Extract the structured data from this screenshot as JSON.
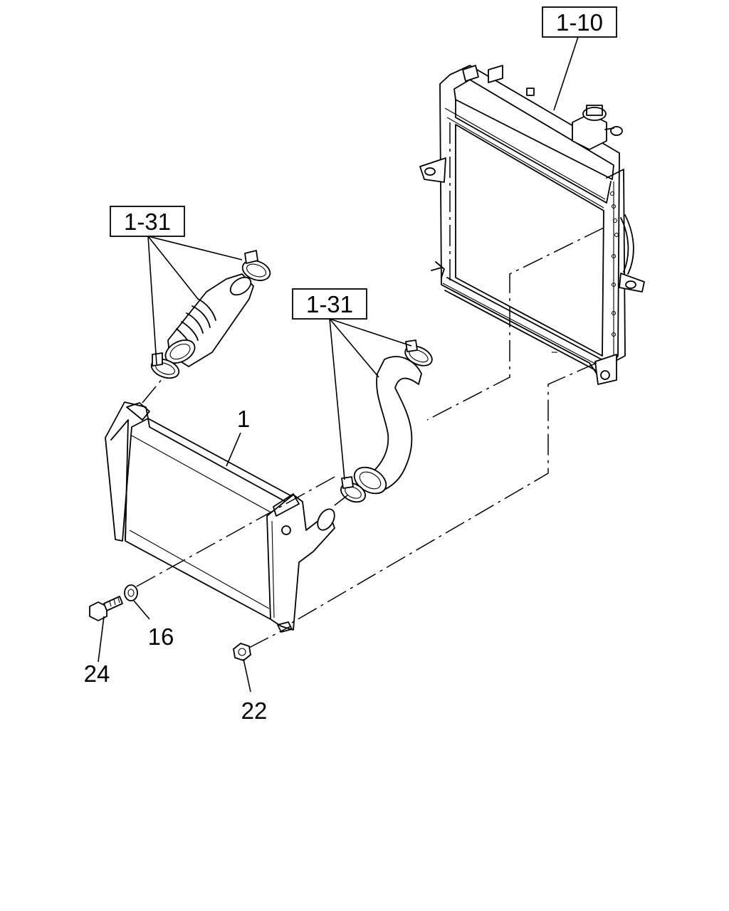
{
  "refs": {
    "radiator_ref": "1-10",
    "upper_hose_ref": "1-31",
    "lower_hose_ref": "1-31"
  },
  "callouts": {
    "intercooler": "1",
    "washer": "16",
    "bolt": "24",
    "nut": "22"
  }
}
